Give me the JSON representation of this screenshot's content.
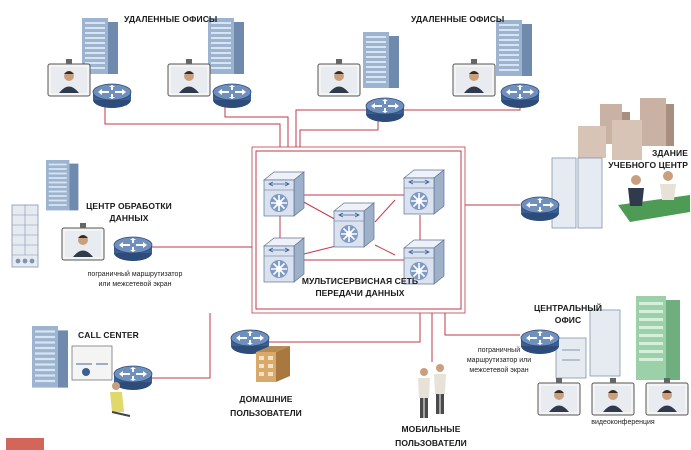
{
  "labels": {
    "remote_offices_left": "УДАЛЕННЫЕ ОФИСЫ",
    "remote_offices_right": "УДАЛЕННЫЕ ОФИСЫ",
    "training_center_1": "ЗДАНИЕ",
    "training_center_2": "УЧЕБНОГО ЦЕНТР",
    "data_center_1": "ЦЕНТР ОБРАБОТКИ",
    "data_center_2": "ДАННЫХ",
    "router_note_left_1": "пограничный маршрутизатор",
    "router_note_left_2": "или межсетевой экран",
    "network_1": "МУЛЬТИСЕРВИСНАЯ СЕТЬ",
    "network_2": "ПЕРЕДАЧИ ДАННЫХ",
    "central_office_1": "ЦЕНТРАЛЬНЫЙ",
    "central_office_2": "ОФИС",
    "router_note_right_1": "пограничный",
    "router_note_right_2": "маршрутизатор или",
    "router_note_right_3": "межсетевой экран",
    "call_center": "CALL CENTER",
    "home_users_1": "ДОМАШНИЕ",
    "home_users_2": "ПОЛЬЗОВАТЕЛИ",
    "mobile_users_1": "МОБИЛЬНЫЕ",
    "mobile_users_2": "ПОЛЬЗОВАТЕЛИ",
    "videoconference": "видеоконференция"
  },
  "colors": {
    "link_line": "#c23a48",
    "router_body": "#3a5f95",
    "router_top": "#6f8fbd",
    "building_blue": "#9cb4cf",
    "building_dark": "#6f8aad",
    "switch_face": "#d9e2ee",
    "switch_side": "#9fb1c8",
    "page_badge": "#d2665a"
  },
  "icons": [
    "router-icon",
    "switch-icon",
    "building-icon",
    "monitor-icon",
    "person-icon",
    "server-rack-icon"
  ]
}
